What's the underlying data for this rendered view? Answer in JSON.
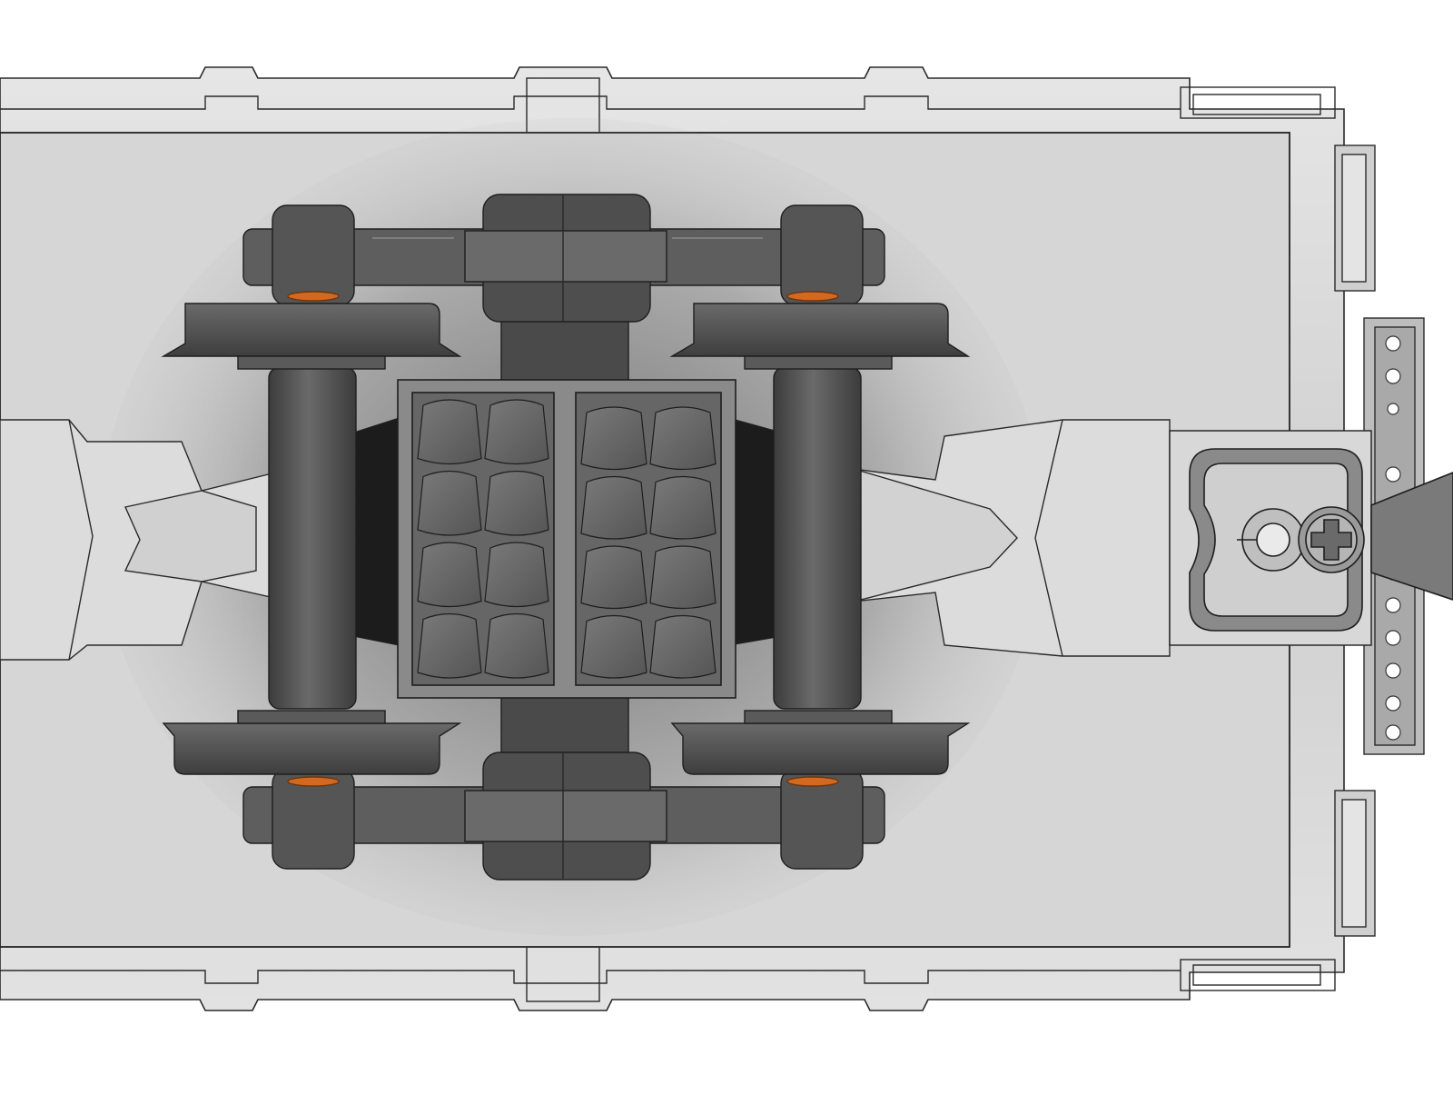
{
  "diagram": {
    "view": "underside",
    "subject": "railcar truck",
    "style": "shaded CAD render",
    "components": [
      {
        "id": "car-underframe",
        "icon": "underframe-icon"
      },
      {
        "id": "truck-sideframe-top",
        "icon": "sideframe-icon"
      },
      {
        "id": "truck-sideframe-bottom",
        "icon": "sideframe-icon"
      },
      {
        "id": "wheelset-left",
        "icon": "wheelset-icon"
      },
      {
        "id": "wheelset-right",
        "icon": "wheelset-icon"
      },
      {
        "id": "bolster",
        "icon": "bolster-icon"
      },
      {
        "id": "spring-pack-left",
        "icon": "spring-icon"
      },
      {
        "id": "spring-pack-right",
        "icon": "spring-icon"
      },
      {
        "id": "center-sill-left",
        "icon": "sill-icon"
      },
      {
        "id": "center-sill-right",
        "icon": "sill-icon"
      },
      {
        "id": "coupler",
        "icon": "coupler-icon"
      },
      {
        "id": "coupler-screw",
        "icon": "screw-icon"
      },
      {
        "id": "coupler-pocket-plate",
        "icon": "plate-icon"
      }
    ],
    "spring_count_per_pack": 8,
    "axle_count": 2,
    "colors": {
      "background": "#ffffff",
      "body_light": "#d9d9d9",
      "body_mid": "#c8c8c8",
      "truck_dark": "#5a5a5a",
      "truck_darker": "#3a3a3a",
      "shadow": "#1c1c1c",
      "accent_bearing": "#d2691e",
      "outline": "#2a2a2a"
    }
  }
}
